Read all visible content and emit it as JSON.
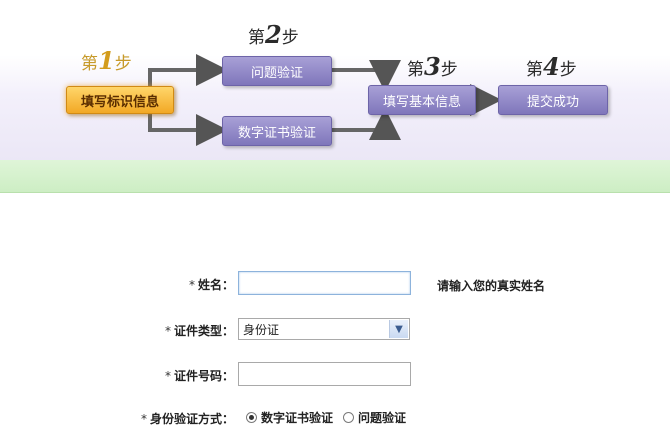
{
  "steps": {
    "step1": {
      "prefix": "第",
      "num": "1",
      "suffix": "步",
      "box": "填写标识信息"
    },
    "step2": {
      "prefix": "第",
      "num": "2",
      "suffix": "步",
      "box_a": "问题验证",
      "box_b": "数字证书验证"
    },
    "step3": {
      "prefix": "第",
      "num": "3",
      "suffix": "步",
      "box": "填写基本信息"
    },
    "step4": {
      "prefix": "第",
      "num": "4",
      "suffix": "步",
      "box": "提交成功"
    }
  },
  "form": {
    "required_mark": "*",
    "name": {
      "label": "姓名：",
      "value": "",
      "hint": "请输入您的真实姓名"
    },
    "id_type": {
      "label": "证件类型：",
      "selected": "身份证"
    },
    "id_number": {
      "label": "证件号码：",
      "value": ""
    },
    "verify_method": {
      "label": "身份验证方式：",
      "options": [
        {
          "label": "数字证书验证",
          "selected": true
        },
        {
          "label": "问题验证",
          "selected": false
        }
      ]
    }
  },
  "colors": {
    "active_step": "#f2a825",
    "inactive_step": "#8f86c8",
    "green_bar": "#d4f0cb"
  },
  "icons": {
    "select_arrow": "chevron-down-icon"
  }
}
